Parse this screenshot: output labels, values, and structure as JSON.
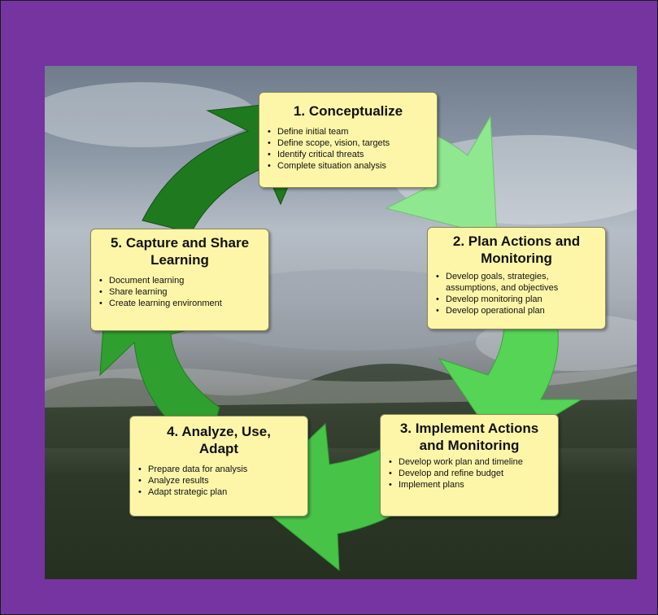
{
  "steps": [
    {
      "title_line1": "1. Conceptualize",
      "title_line2": "",
      "bullets": [
        "Define initial team",
        "Define scope, vision, targets",
        "Identify critical threats",
        "Complete situation analysis"
      ]
    },
    {
      "title_line1": "2. Plan Actions and",
      "title_line2": "Monitoring",
      "bullets": [
        "Develop goals, strategies, assumptions, and objectives",
        "Develop monitoring plan",
        "Develop operational plan"
      ]
    },
    {
      "title_line1": "3. Implement Actions",
      "title_line2": "and Monitoring",
      "bullets": [
        "Develop work plan and timeline",
        "Develop and refine budget",
        "Implement plans"
      ]
    },
    {
      "title_line1": "4. Analyze, Use,",
      "title_line2": "Adapt",
      "bullets": [
        "Prepare data for analysis",
        "Analyze results",
        "Adapt strategic plan"
      ]
    },
    {
      "title_line1": "5. Capture and Share",
      "title_line2": "Learning",
      "bullets": [
        "Document learning",
        "Share learning",
        "Create learning environment"
      ]
    }
  ],
  "colors": {
    "frame": "#7534a0",
    "box_fill": "#fdf6a9",
    "arrow_dark": "#1f7a1f",
    "arrow_mid": "#3fbf3f",
    "arrow_light": "#8fe88f"
  }
}
